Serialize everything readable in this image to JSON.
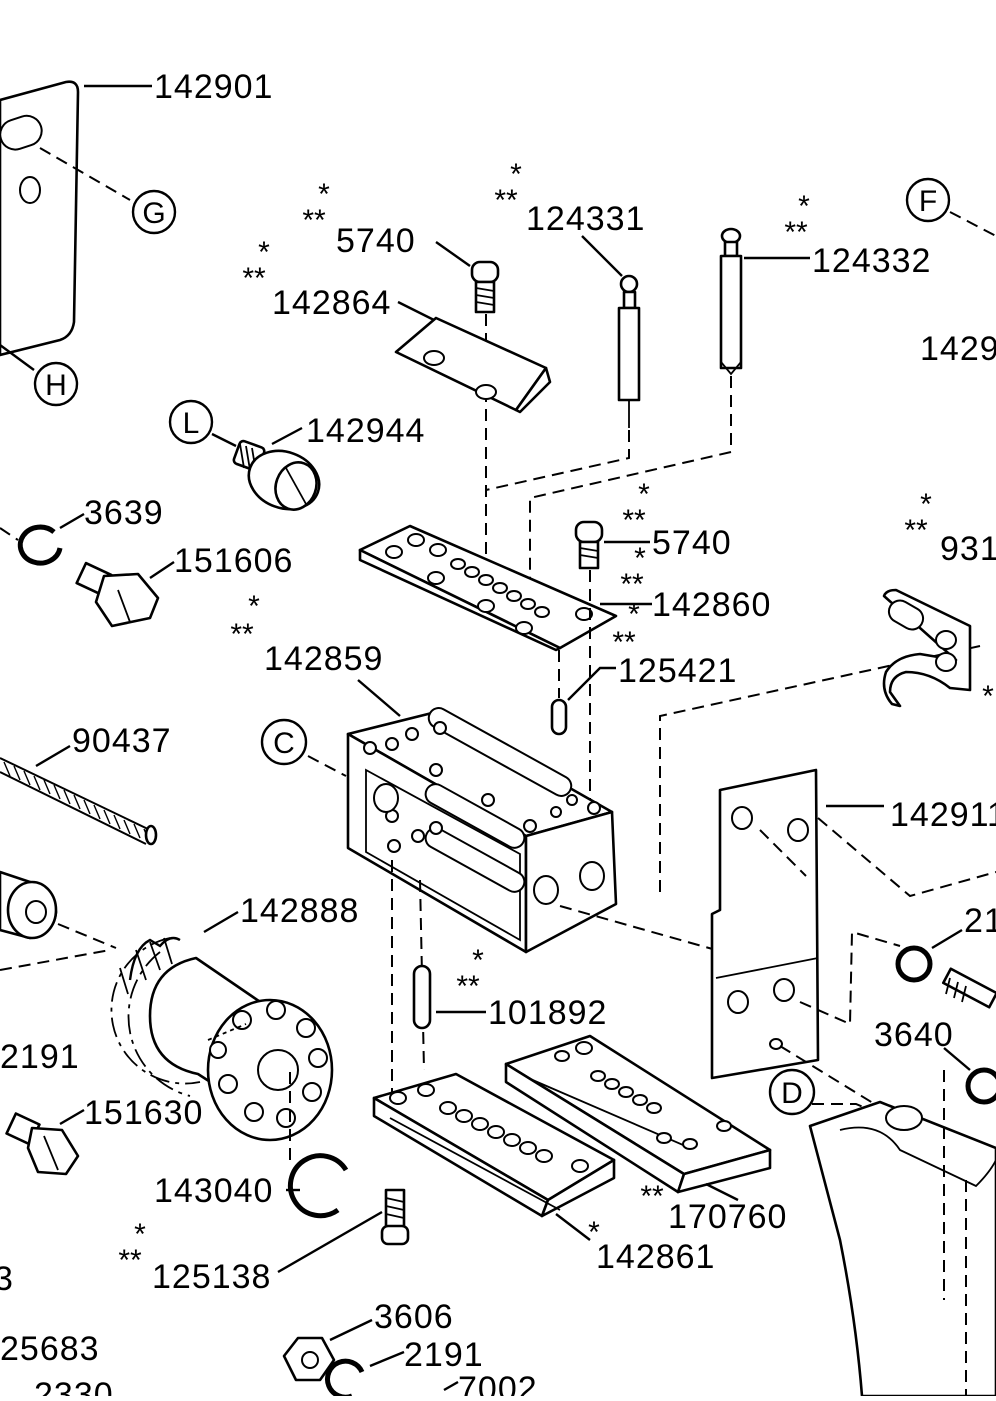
{
  "labels": {
    "p142901": "142901",
    "p5740a": "5740",
    "p124331": "124331",
    "p124332": "124332",
    "p142864": "142864",
    "p1429x": "1429",
    "p142944": "142944",
    "p3639": "3639",
    "p151606": "151606",
    "p5740b": "5740",
    "p9319": "931",
    "p142860": "142860",
    "p142859": "142859",
    "p125421": "125421",
    "p90437": "90437",
    "p142911": "142911",
    "p21x": "21",
    "p142888": "142888",
    "p101892": "101892",
    "p3640": "3640",
    "p2191a": "2191",
    "p151630": "151630",
    "p143040": "143040",
    "p170760": "170760",
    "p142861": "142861",
    "p125138": "125138",
    "p3x": "3",
    "p3606": "3606",
    "p2191b": "2191",
    "p25683": "25683",
    "p7002": "7002",
    "p2330": "2330"
  },
  "callouts": {
    "G": "G",
    "H": "H",
    "F": "F",
    "L": "L",
    "C": "C",
    "D": "D"
  },
  "marks": {
    "single": "*",
    "double": "**"
  }
}
